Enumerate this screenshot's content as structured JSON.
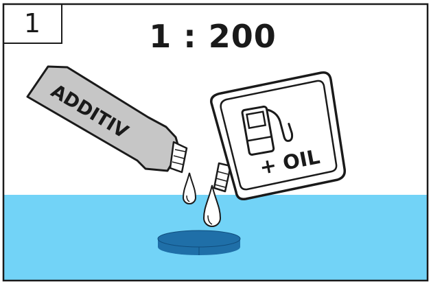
{
  "step": {
    "number": "1"
  },
  "ratio": {
    "text": "1 : 200"
  },
  "additive_bottle": {
    "label": "ADDITIV"
  },
  "oil_canister": {
    "label": "+ OIL",
    "icon": "fuel-pump-icon"
  },
  "colors": {
    "water": "#72d3f7",
    "bottle": "#c6c6c6",
    "tank_opening": "#1f6fa8",
    "outline": "#1a1a1a"
  }
}
